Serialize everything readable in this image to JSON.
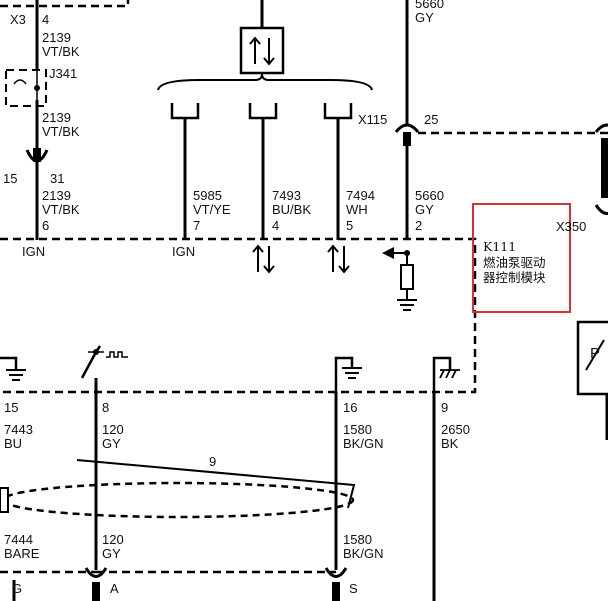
{
  "connector_top": {
    "id": "X3",
    "pin": "4",
    "circuit": "2139",
    "color": "VT/BK"
  },
  "jumper": {
    "id": "J341",
    "circuit": "2139",
    "color": "VT/BK"
  },
  "ign_left": {
    "pin_left": "15",
    "pin": "31",
    "circuit": "2139",
    "color": "VT/BK",
    "module_pin": "6",
    "tag": "IGN"
  },
  "top_gy": {
    "circuit": "5660",
    "color": "GY"
  },
  "x115": {
    "id": "X115",
    "pin": "25"
  },
  "module_pins": [
    {
      "circuit": "5985",
      "color": "VT/YE",
      "pin": "7",
      "tag": "IGN"
    },
    {
      "circuit": "7493",
      "color": "BU/BK",
      "pin": "4"
    },
    {
      "circuit": "7494",
      "color": "WH",
      "pin": "5"
    },
    {
      "circuit": "5660",
      "color": "GY",
      "pin": "2"
    }
  ],
  "x350": {
    "id": "X350"
  },
  "module": {
    "id": "K111",
    "name_line1": "燃油泵驱动",
    "name_line2": "器控制模块",
    "highlight_color": "#d93030"
  },
  "right_box_letter": "P",
  "bottom_pins": [
    {
      "pin": "15",
      "circuit": "7443",
      "color": "BU"
    },
    {
      "pin": "8",
      "circuit": "120",
      "color": "GY"
    },
    {
      "pin": "16",
      "circuit": "1580",
      "color": "BK/GN"
    },
    {
      "pin": "9",
      "circuit": "2650",
      "color": "BK"
    }
  ],
  "shield_num": "9",
  "lower_left": {
    "circuit": "7444",
    "color": "BARE"
  },
  "lower_mid": {
    "circuit": "120",
    "color": "GY"
  },
  "lower_right": {
    "circuit": "1580",
    "color": "BK/GN"
  },
  "bottom_letters": [
    "G",
    "A",
    "S"
  ]
}
